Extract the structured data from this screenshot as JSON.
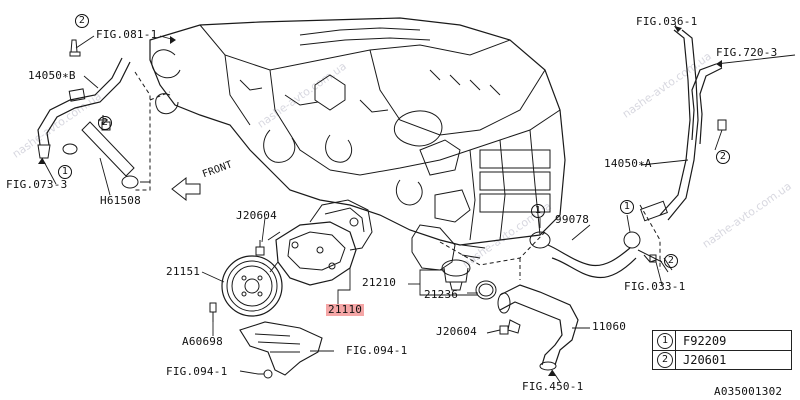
{
  "refs": {
    "fig081": "FIG.081-1",
    "fig036": "FIG.036-1",
    "fig720": "FIG.720-3",
    "p14050b": "14050∗B",
    "p14050a": "14050∗A",
    "fig073": "FIG.073-3",
    "h61508": "H61508",
    "front": "FRONT",
    "j20604_top": "J20604",
    "p99078": "99078",
    "p21151": "21151",
    "p21210": "21210",
    "p21236": "21236",
    "p21110": "21110",
    "fig033": "FIG.033-1",
    "a60698": "A60698",
    "j20604_bottom": "J20604",
    "p11060": "11060",
    "fig094_right": "FIG.094-1",
    "fig094_left": "FIG.094-1",
    "fig450": "FIG.450-1"
  },
  "callouts": {
    "c1_left": "1",
    "c2_left": "2",
    "c1_right": "1",
    "c2_right_top": "2",
    "c2_right_bottom": "2",
    "c1_mid": "1"
  },
  "legend": [
    {
      "num": "1",
      "code": "F92209"
    },
    {
      "num": "2",
      "code": "J20601"
    }
  ],
  "diagram_id": "A035001302",
  "watermark": "nashe-avto.com.ua",
  "colors": {
    "highlight": "#f5a6a6",
    "line": "#1a1a1a",
    "watermark": "#d8d8e0"
  }
}
